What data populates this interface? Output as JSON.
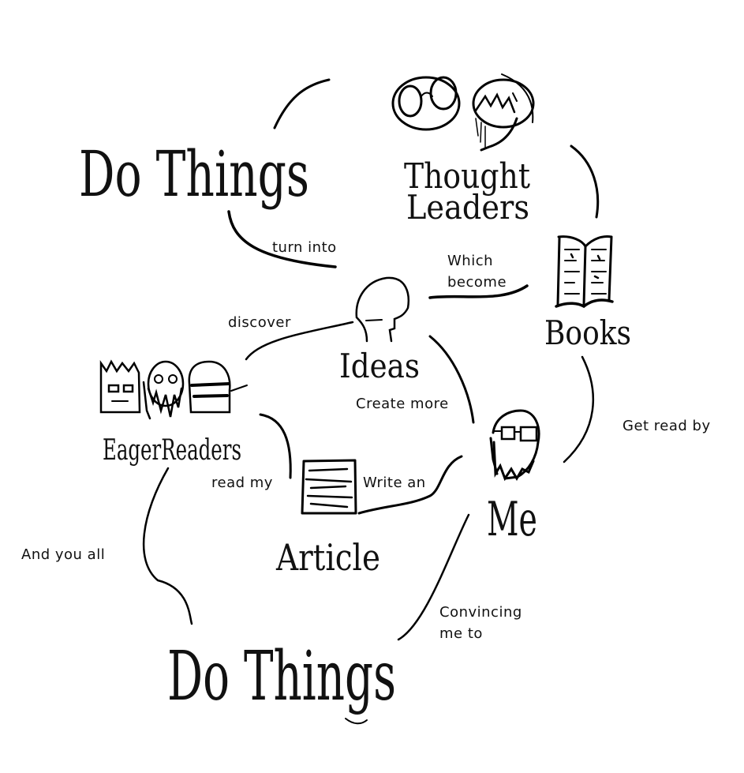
{
  "nodes": {
    "do_things_top": "Do Things",
    "thought_leaders_line1": "Thought",
    "thought_leaders_line2": "Leaders",
    "books": "Books",
    "ideas": "Ideas",
    "eager_readers": "EagerReaders",
    "article": "Article",
    "me": "Me",
    "do_things_bottom": "Do Things"
  },
  "edges": {
    "turn_into": "turn into",
    "which_become_line1": "Which",
    "which_become_line2": "become",
    "discover": "discover",
    "create_more": "Create more",
    "get_read_by": "Get read by",
    "read_my": "read my",
    "write_an": "Write an",
    "and_you_all": "And you all",
    "convincing_line1": "Convincing",
    "convincing_line2": "me to"
  },
  "icons": {
    "thought_leaders": "two-faces-icon",
    "books": "open-book-icon",
    "ideas": "head-silhouette-icon",
    "eager_readers": "three-faces-icon",
    "article": "document-icon",
    "me": "bearded-face-icon"
  },
  "colors": {
    "ink": "#000000",
    "background": "#ffffff"
  }
}
